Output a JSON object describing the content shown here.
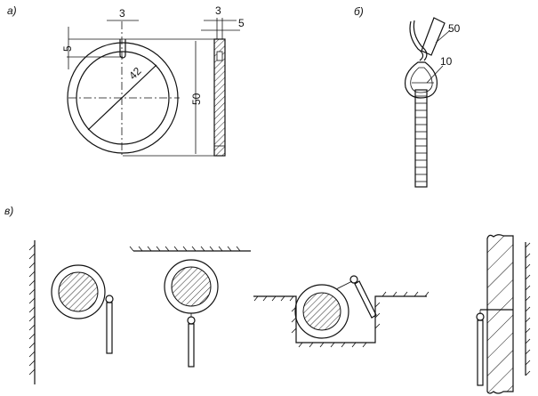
{
  "panels": {
    "a": {
      "label": "а)",
      "dims": {
        "slot_width": "3",
        "slot_depth": "5",
        "inner_diameter": "42",
        "outer_diameter": "50",
        "thickness_a": "3",
        "thickness_b": "5"
      }
    },
    "b": {
      "label": "б)",
      "dims": {
        "strap_width": "50",
        "loop_width": "10"
      }
    },
    "v": {
      "label": "в)"
    }
  }
}
